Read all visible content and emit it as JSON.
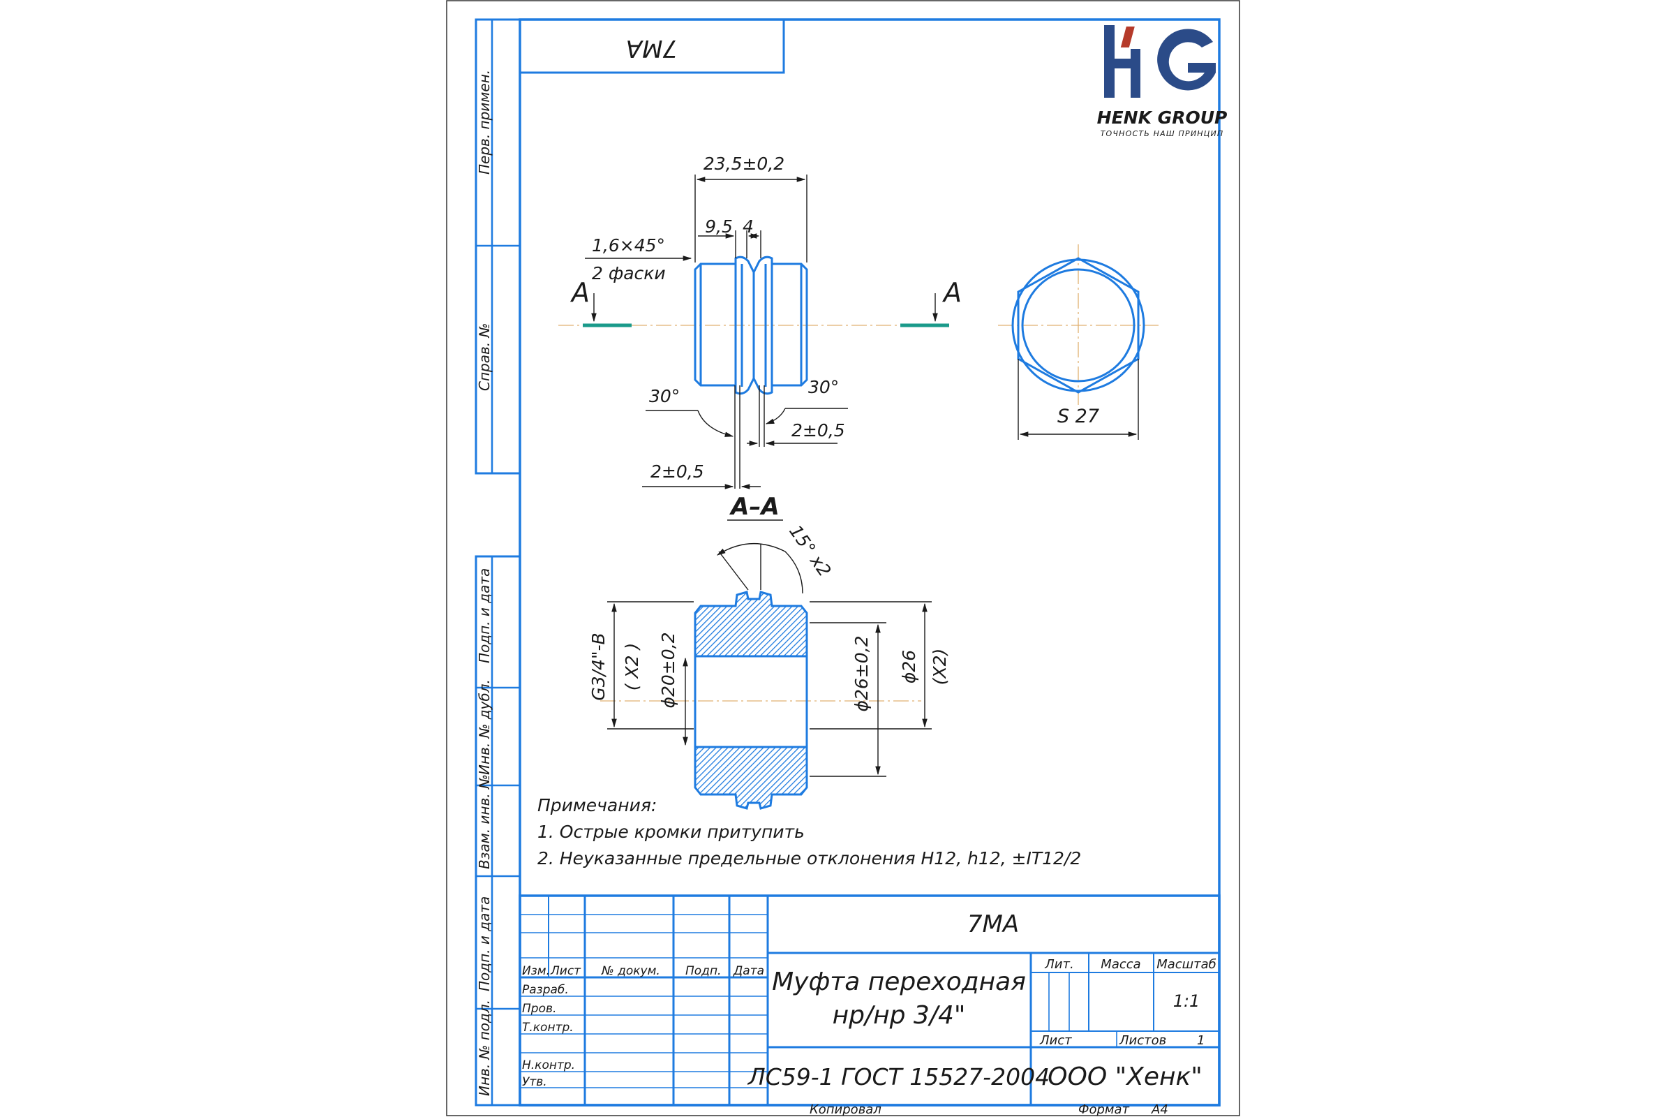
{
  "brand": {
    "logo_mark": "HG",
    "name": "HENK GROUP",
    "tagline": "ТОЧНОСТЬ НАШ ПРИНЦИП",
    "colors": {
      "navy": "#2b4b88",
      "red": "#b53a2a",
      "frame": "#1e7be0",
      "axis": "#e0b070",
      "section_mark": "#1a9a8a"
    }
  },
  "stamp_top": {
    "code": "7МА"
  },
  "left_column": {
    "perv_primen": "Перв. примен.",
    "sprav_no": "Справ. №",
    "podp_data_1": "Подп. и дата",
    "inv_dubl": "Инв. № дубл.",
    "vzam_inv": "Взам. инв. №",
    "podp_data_2": "Подп. и дата",
    "inv_podl": "Инв. № подл."
  },
  "view_top": {
    "dim_overall": "23,5±0,2",
    "dim_95": "9,5",
    "dim_4": "4",
    "chamfer": "1,6×45°",
    "chamfer_note": "2 фаски",
    "section_letter_left": "А",
    "section_letter_right": "А",
    "angle_left": "30°",
    "angle_right": "30°",
    "dim_2_right": "2±0,5",
    "dim_2_bottom": "2±0,5"
  },
  "view_hex": {
    "across_flats": "S 27"
  },
  "section_view": {
    "title": "А–А",
    "angle": "15° x2",
    "thread": "G3/4\"-B",
    "thread_count": "( X2 )",
    "dia_inner": "ϕ20±0,2",
    "dia_mid": "ϕ26±0,2",
    "dia_outer": "ϕ26",
    "outer_count": "(X2)"
  },
  "notes": {
    "header": "Примечания:",
    "items": [
      "1. Острые кромки притупить",
      "2. Неуказанные предельные отклонения H12, h12, ±IT12/2"
    ]
  },
  "title_block": {
    "designation": "7МА",
    "name_line1": "Муфта переходная",
    "name_line2": "нр/нр 3/4\"",
    "material": "ЛС59-1 ГОСТ 15527-2004",
    "company": "ООО \"Хенк\"",
    "col_izm": "Изм.",
    "col_list": "Лист",
    "col_dokum": "№ докум.",
    "col_podp": "Подп.",
    "col_data": "Дата",
    "row_razrab": "Разраб.",
    "row_prov": "Пров.",
    "row_tkontr": "Т.контр.",
    "row_nkontr": "Н.контр.",
    "row_utv": "Утв.",
    "lit": "Лит.",
    "massa": "Масса",
    "masshtab": "Масштаб",
    "scale_value": "1:1",
    "sheet_label": "Лист",
    "sheets_label": "Листов",
    "sheets_value": "1",
    "copied": "Копировал",
    "format_label": "Формат",
    "format_value": "А4"
  }
}
